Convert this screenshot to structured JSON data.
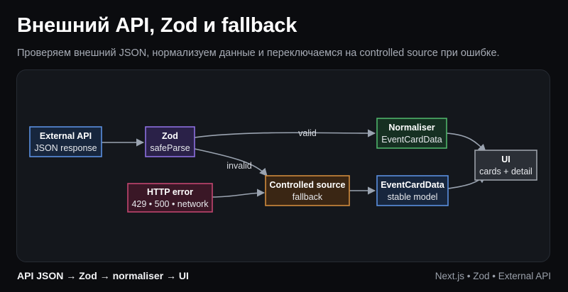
{
  "header": {
    "title": "Внешний API, Zod и fallback",
    "subtitle": "Проверяем внешний JSON, нормализуем данные и переключаемся на controlled source при ошибке."
  },
  "diagram": {
    "nodes": {
      "external_api": {
        "title": "External API",
        "subtitle": "JSON response",
        "color": "#5b8fe0",
        "fill": "#17263d"
      },
      "zod": {
        "title": "Zod",
        "subtitle": "safeParse",
        "color": "#8d6fe0",
        "fill": "#2a2148"
      },
      "normaliser": {
        "title": "Normaliser",
        "subtitle": "EventCardData",
        "color": "#4fb36a",
        "fill": "#163022"
      },
      "ui": {
        "title": "UI",
        "subtitle": "cards + detail",
        "color": "#9aa0a8",
        "fill": "#2b2f36"
      },
      "http_error": {
        "title": "HTTP error",
        "subtitle": "429 • 500 • network",
        "color": "#c2466f",
        "fill": "#3a1726"
      },
      "controlled_source": {
        "title": "Controlled source",
        "subtitle": "fallback",
        "color": "#d08a3c",
        "fill": "#3a2614"
      },
      "event_card_data": {
        "title": "EventCardData",
        "subtitle": "stable model",
        "color": "#5b8fe0",
        "fill": "#17263d"
      }
    },
    "edges": {
      "valid_label": "valid",
      "invalid_label": "invalid"
    },
    "edge_color": "#9aa3b0"
  },
  "footer": {
    "left": "API JSON → Zod → normaliser → UI",
    "right": "Next.js • Zod • External API"
  }
}
